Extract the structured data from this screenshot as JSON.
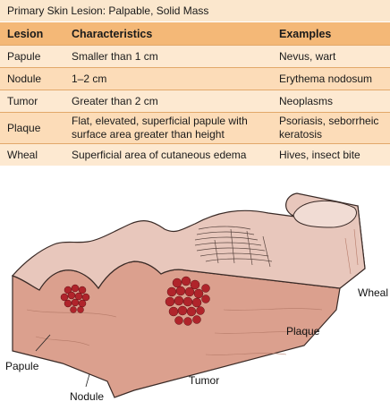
{
  "caption": "Primary Skin Lesion: Palpable, Solid Mass",
  "table": {
    "headers": [
      "Lesion",
      "Characteristics",
      "Examples"
    ],
    "rows": [
      [
        "Papule",
        "Smaller than 1 cm",
        "Nevus, wart"
      ],
      [
        "Nodule",
        "1–2 cm",
        "Erythema nodosum"
      ],
      [
        "Tumor",
        "Greater than 2 cm",
        "Neoplasms"
      ],
      [
        "Plaque",
        "Flat, elevated, superficial papule with surface area greater than height",
        "Psoriasis, seborrheic keratosis"
      ],
      [
        "Wheal",
        "Superficial area of cutaneous edema",
        "Hives, insect bite"
      ]
    ]
  },
  "figure": {
    "labels": {
      "wheal": "Wheal",
      "plaque": "Plaque",
      "papule": "Papule",
      "tumor": "Tumor",
      "nodule": "Nodule"
    },
    "colors": {
      "skin_top": "#e8c7bc",
      "skin_side": "#e3ae9c",
      "skin_front": "#dba08e",
      "cell_cluster": "#b0242b",
      "outline": "#3a2a26"
    }
  }
}
